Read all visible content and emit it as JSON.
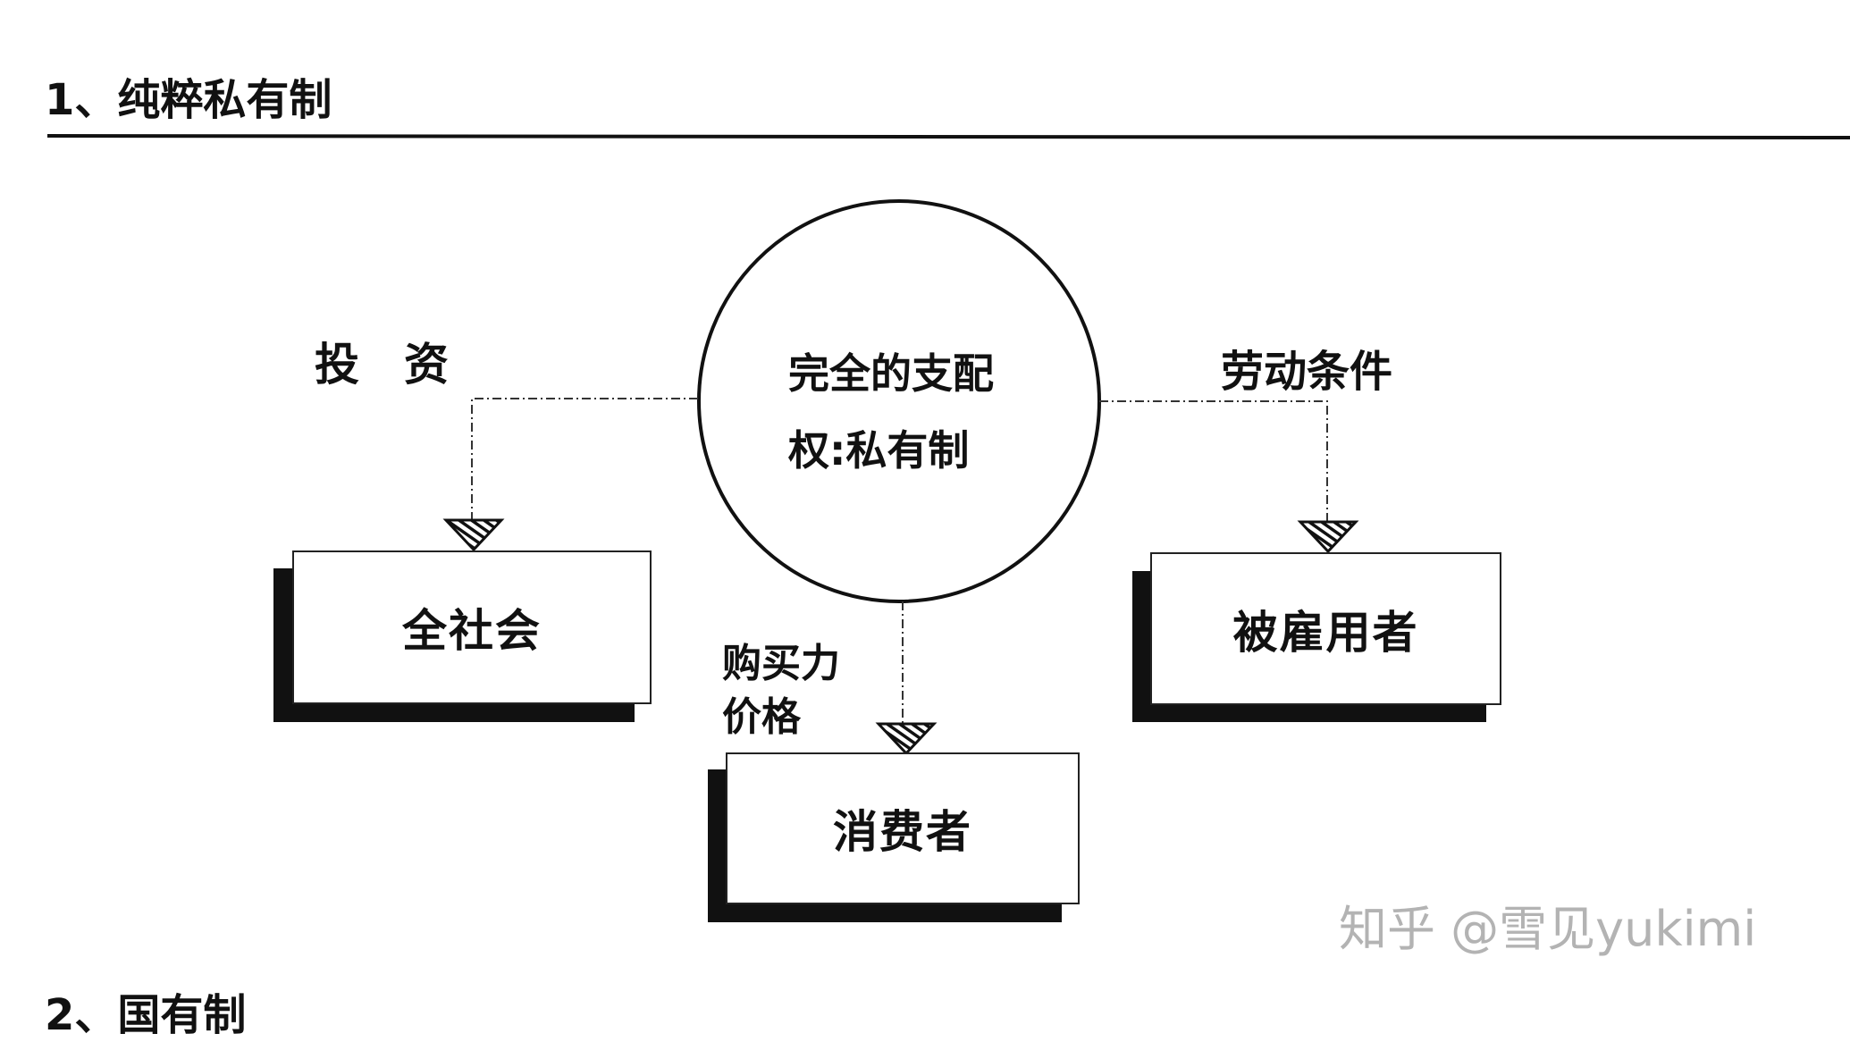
{
  "section_title": "1、纯粹私有制",
  "next_section_title": "2、国有制",
  "center": {
    "line1": "完全的支配",
    "line2": "权:私有制"
  },
  "edges": {
    "left": "投　资",
    "right": "劳动条件",
    "bottom_line1": "购买力",
    "bottom_line2": "价格"
  },
  "nodes": {
    "left": "全社会",
    "right": "被雇用者",
    "bottom": "消费者"
  },
  "watermark": "知乎 @雪见yukimi"
}
